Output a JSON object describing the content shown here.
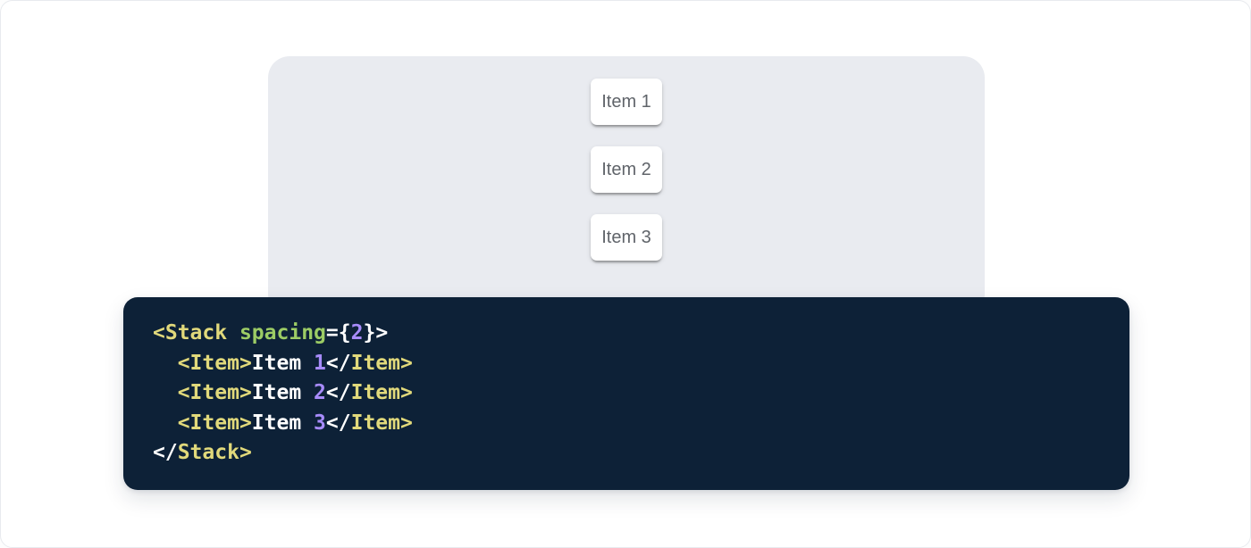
{
  "theme": {
    "page_bg": "#ffffff",
    "page_border": "#e8eaee",
    "demo_panel_bg": "#e9ebf0",
    "card_bg": "#ffffff",
    "card_text": "#60646a",
    "code_bg": "#0d2137",
    "code_plain": "#ffffff",
    "code_tag": "#e1d97b",
    "code_attr": "#9ccc65",
    "code_number": "#a78bfa"
  },
  "demo": {
    "items": [
      {
        "label": "Item 1"
      },
      {
        "label": "Item 2"
      },
      {
        "label": "Item 3"
      }
    ]
  },
  "code": {
    "language": "jsx",
    "lines": [
      [
        {
          "t": "<Stack",
          "c": "tag"
        },
        {
          "t": " ",
          "c": "plain"
        },
        {
          "t": "spacing",
          "c": "attr"
        },
        {
          "t": "=",
          "c": "plain"
        },
        {
          "t": "{",
          "c": "plain"
        },
        {
          "t": "2",
          "c": "number"
        },
        {
          "t": "}",
          "c": "plain"
        },
        {
          "t": ">",
          "c": "plain"
        }
      ],
      [
        {
          "t": "  ",
          "c": "plain"
        },
        {
          "t": "<Item>",
          "c": "tag"
        },
        {
          "t": "Item ",
          "c": "plain"
        },
        {
          "t": "1",
          "c": "number"
        },
        {
          "t": "</",
          "c": "plain"
        },
        {
          "t": "Item>",
          "c": "tag"
        }
      ],
      [
        {
          "t": "  ",
          "c": "plain"
        },
        {
          "t": "<Item>",
          "c": "tag"
        },
        {
          "t": "Item ",
          "c": "plain"
        },
        {
          "t": "2",
          "c": "number"
        },
        {
          "t": "</",
          "c": "plain"
        },
        {
          "t": "Item>",
          "c": "tag"
        }
      ],
      [
        {
          "t": "  ",
          "c": "plain"
        },
        {
          "t": "<Item>",
          "c": "tag"
        },
        {
          "t": "Item ",
          "c": "plain"
        },
        {
          "t": "3",
          "c": "number"
        },
        {
          "t": "</",
          "c": "plain"
        },
        {
          "t": "Item>",
          "c": "tag"
        }
      ],
      [
        {
          "t": "</",
          "c": "plain"
        },
        {
          "t": "Stack>",
          "c": "tag"
        }
      ]
    ]
  }
}
